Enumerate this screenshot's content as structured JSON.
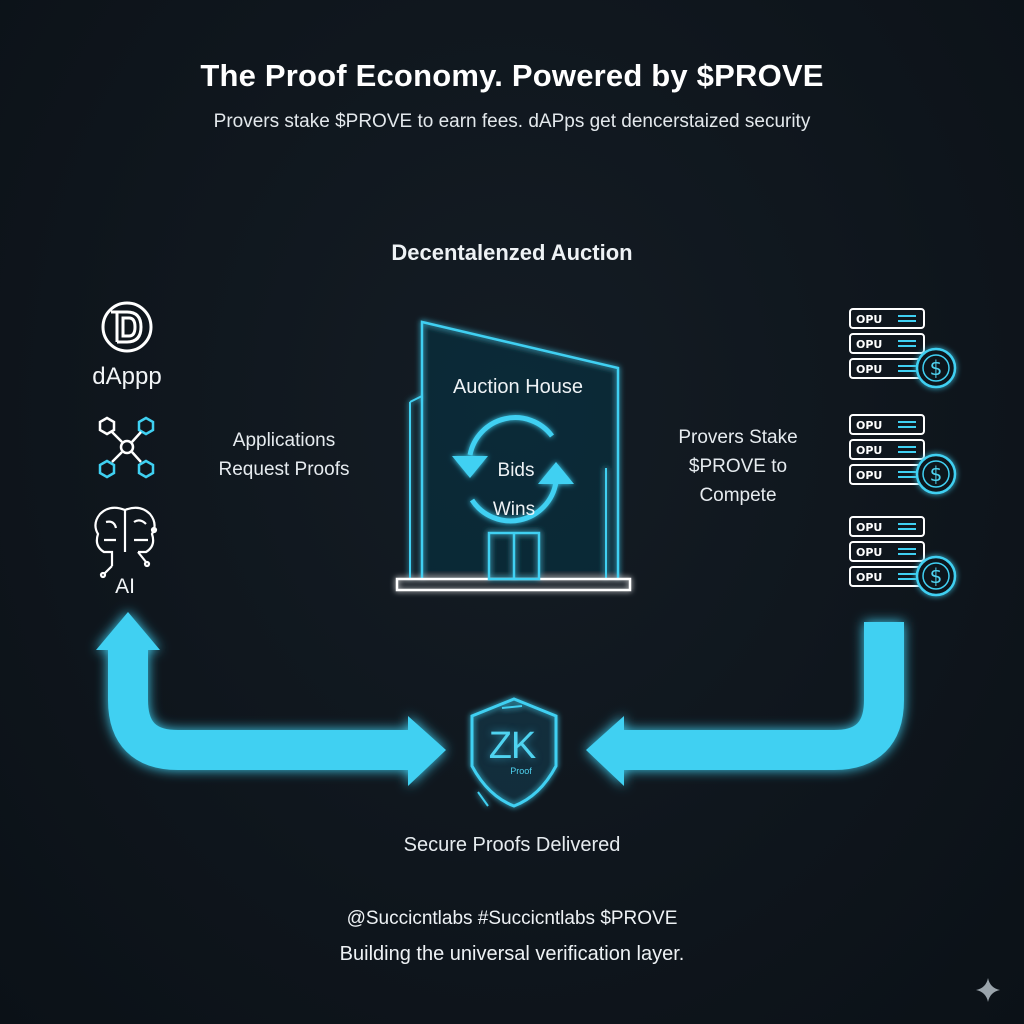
{
  "title": "The Proof Economy. Powered by $PROVE",
  "subtitle": "Provers stake $PROVE to earn fees. dAPps get dencerstaized security",
  "auction_heading": "Decentalenzed Auction",
  "left": {
    "dapp_label": "dAppp",
    "ai_label": "AI",
    "apps_caption": "Applications Request Proofs"
  },
  "center": {
    "house_label": "Auction House",
    "bids_label": "Bids",
    "wins_label": "Wins"
  },
  "right": {
    "provers_caption": "Provers Stake $PROVE to Compete",
    "server_unit_label": "OPU",
    "coin_symbol": "$"
  },
  "bottom": {
    "zk_label": "ZK",
    "proof_label": "Proof",
    "secure_caption": "Secure Proofs Delivered"
  },
  "footer": {
    "handle": "@Succicntlabs #Succicntlabs $PROVE",
    "tagline": "Building the universal verification layer."
  },
  "colors": {
    "accent": "#3fd0f2",
    "background": "#0f161d",
    "text": "#eef2f5"
  },
  "icons": [
    "dapp-logo-icon",
    "network-graph-icon",
    "brain-circuit-icon",
    "auction-house-icon",
    "cycle-arrows-icon",
    "server-stack-icon",
    "coin-icon",
    "zk-shield-icon",
    "sparkle-icon"
  ]
}
